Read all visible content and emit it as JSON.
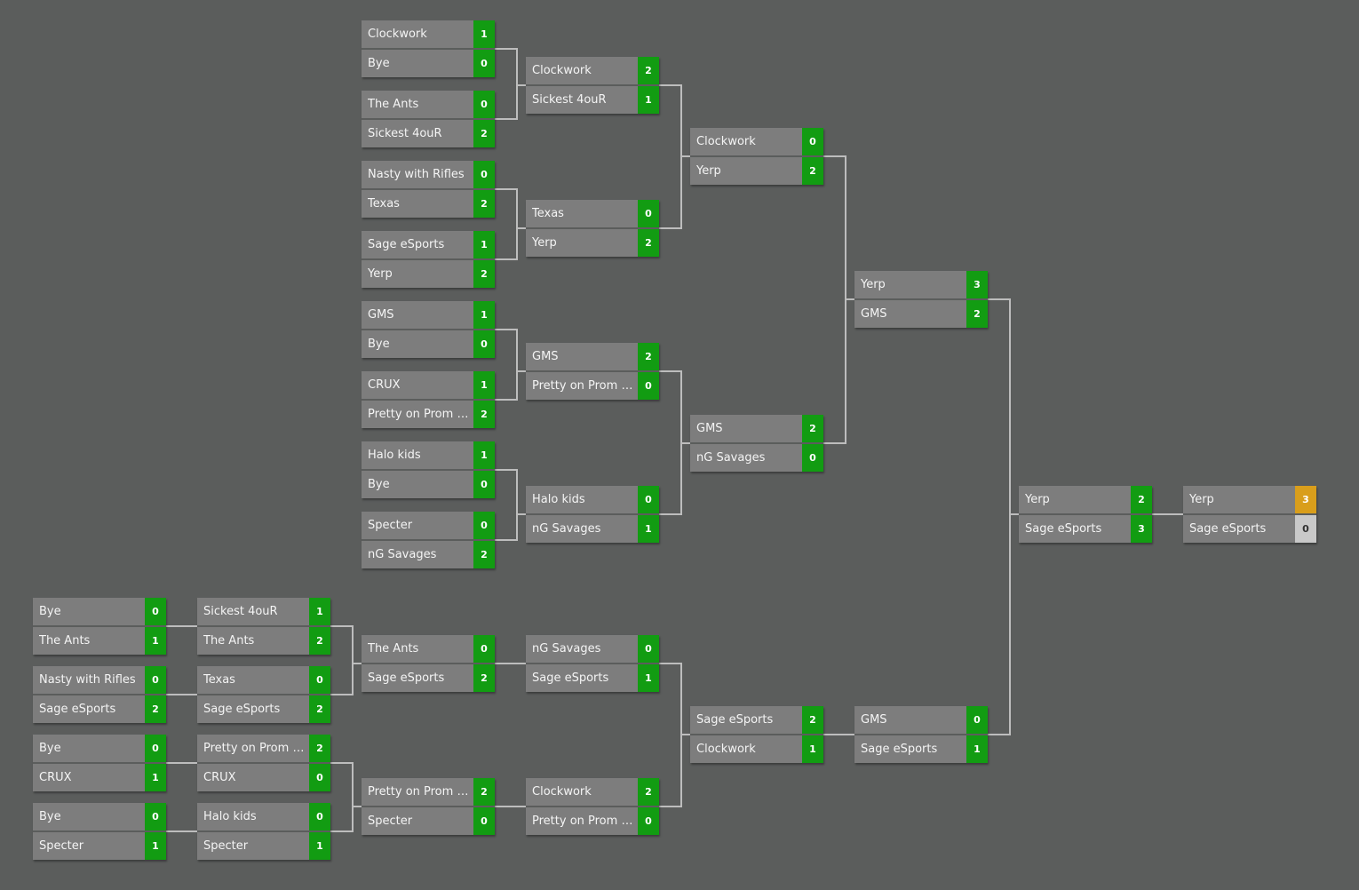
{
  "colors": {
    "background": "#5b5d5c",
    "team_row": "#7d7d7d",
    "score_win": "#129c12",
    "score_champion": "#d99e1b",
    "score_runner_up": "#c9c9c9",
    "connector": "#bdbdbd"
  },
  "upper_bracket": {
    "round_1": [
      {
        "teams": [
          {
            "name": "Clockwork",
            "score": "1"
          },
          {
            "name": "Bye",
            "score": "0"
          }
        ]
      },
      {
        "teams": [
          {
            "name": "The Ants",
            "score": "0"
          },
          {
            "name": "Sickest 4ouR",
            "score": "2"
          }
        ]
      },
      {
        "teams": [
          {
            "name": "Nasty with Rifles",
            "score": "0"
          },
          {
            "name": "Texas",
            "score": "2"
          }
        ]
      },
      {
        "teams": [
          {
            "name": "Sage eSports",
            "score": "1"
          },
          {
            "name": "Yerp",
            "score": "2"
          }
        ]
      },
      {
        "teams": [
          {
            "name": "GMS",
            "score": "1"
          },
          {
            "name": "Bye",
            "score": "0"
          }
        ]
      },
      {
        "teams": [
          {
            "name": "CRUX",
            "score": "1"
          },
          {
            "name": "Pretty on Prom Ni...",
            "score": "2"
          }
        ]
      },
      {
        "teams": [
          {
            "name": "Halo kids",
            "score": "1"
          },
          {
            "name": "Bye",
            "score": "0"
          }
        ]
      },
      {
        "teams": [
          {
            "name": "Specter",
            "score": "0"
          },
          {
            "name": "nG Savages",
            "score": "2"
          }
        ]
      }
    ],
    "round_2": [
      {
        "teams": [
          {
            "name": "Clockwork",
            "score": "2"
          },
          {
            "name": "Sickest 4ouR",
            "score": "1"
          }
        ]
      },
      {
        "teams": [
          {
            "name": "Texas",
            "score": "0"
          },
          {
            "name": "Yerp",
            "score": "2"
          }
        ]
      },
      {
        "teams": [
          {
            "name": "GMS",
            "score": "2"
          },
          {
            "name": "Pretty on Prom Ni...",
            "score": "0"
          }
        ]
      },
      {
        "teams": [
          {
            "name": "Halo kids",
            "score": "0"
          },
          {
            "name": "nG Savages",
            "score": "1"
          }
        ]
      }
    ],
    "semifinals": [
      {
        "teams": [
          {
            "name": "Clockwork",
            "score": "0"
          },
          {
            "name": "Yerp",
            "score": "2"
          }
        ]
      },
      {
        "teams": [
          {
            "name": "GMS",
            "score": "2"
          },
          {
            "name": "nG Savages",
            "score": "0"
          }
        ]
      }
    ],
    "final": [
      {
        "teams": [
          {
            "name": "Yerp",
            "score": "3"
          },
          {
            "name": "GMS",
            "score": "2"
          }
        ]
      }
    ]
  },
  "lower_bracket": {
    "round_1": [
      {
        "teams": [
          {
            "name": "Bye",
            "score": "0"
          },
          {
            "name": "The Ants",
            "score": "1"
          }
        ]
      },
      {
        "teams": [
          {
            "name": "Nasty with Rifles",
            "score": "0"
          },
          {
            "name": "Sage eSports",
            "score": "2"
          }
        ]
      },
      {
        "teams": [
          {
            "name": "Bye",
            "score": "0"
          },
          {
            "name": "CRUX",
            "score": "1"
          }
        ]
      },
      {
        "teams": [
          {
            "name": "Bye",
            "score": "0"
          },
          {
            "name": "Specter",
            "score": "1"
          }
        ]
      }
    ],
    "round_2": [
      {
        "teams": [
          {
            "name": "Sickest 4ouR",
            "score": "1"
          },
          {
            "name": "The Ants",
            "score": "2"
          }
        ]
      },
      {
        "teams": [
          {
            "name": "Texas",
            "score": "0"
          },
          {
            "name": "Sage eSports",
            "score": "2"
          }
        ]
      },
      {
        "teams": [
          {
            "name": "Pretty on Prom Ni...",
            "score": "2"
          },
          {
            "name": "CRUX",
            "score": "0"
          }
        ]
      },
      {
        "teams": [
          {
            "name": "Halo kids",
            "score": "0"
          },
          {
            "name": "Specter",
            "score": "1"
          }
        ]
      }
    ],
    "round_3": [
      {
        "teams": [
          {
            "name": "The Ants",
            "score": "0"
          },
          {
            "name": "Sage eSports",
            "score": "2"
          }
        ]
      },
      {
        "teams": [
          {
            "name": "Pretty on Prom Ni...",
            "score": "2"
          },
          {
            "name": "Specter",
            "score": "0"
          }
        ]
      }
    ],
    "round_4": [
      {
        "teams": [
          {
            "name": "nG Savages",
            "score": "0"
          },
          {
            "name": "Sage eSports",
            "score": "1"
          }
        ]
      },
      {
        "teams": [
          {
            "name": "Clockwork",
            "score": "2"
          },
          {
            "name": "Pretty on Prom Ni...",
            "score": "0"
          }
        ]
      }
    ],
    "round_5": [
      {
        "teams": [
          {
            "name": "Sage eSports",
            "score": "2"
          },
          {
            "name": "Clockwork",
            "score": "1"
          }
        ]
      }
    ],
    "final": [
      {
        "teams": [
          {
            "name": "GMS",
            "score": "0"
          },
          {
            "name": "Sage eSports",
            "score": "1"
          }
        ]
      }
    ]
  },
  "grand_final": [
    {
      "teams": [
        {
          "name": "Yerp",
          "score": "2"
        },
        {
          "name": "Sage eSports",
          "score": "3"
        }
      ]
    },
    {
      "teams": [
        {
          "name": "Yerp",
          "score": "3",
          "score_style": "gold"
        },
        {
          "name": "Sage eSports",
          "score": "0",
          "score_style": "grey"
        }
      ]
    }
  ]
}
